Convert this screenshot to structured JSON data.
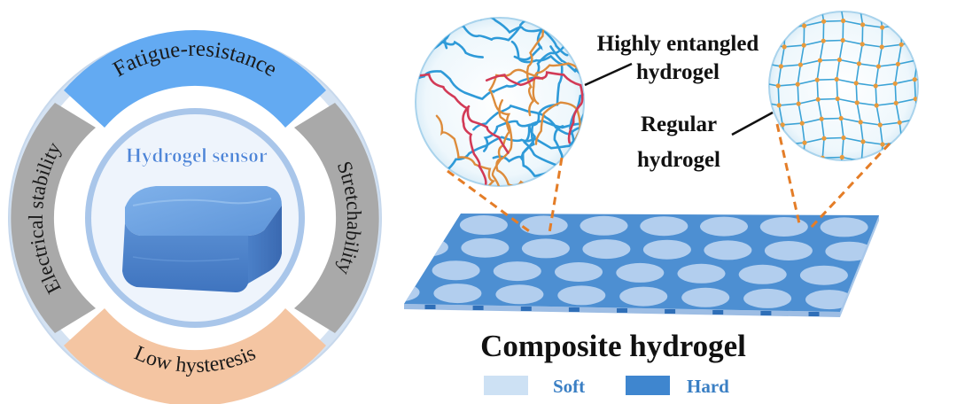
{
  "ring": {
    "top_label": "Fatigue-resistance",
    "left_label": "Electrical stability",
    "right_label": "Stretchability",
    "bottom_label": "Low hysteresis",
    "center_title": "Hydrogel sensor"
  },
  "callouts": {
    "entangled_line1": "Highly entangled",
    "entangled_line2": "hydrogel",
    "regular_line1": "Regular",
    "regular_line2": "hydrogel"
  },
  "composite_title": "Composite hydrogel",
  "legend": {
    "soft": "Soft",
    "hard": "Hard"
  },
  "colors": {
    "ring_outer": "#d4e2f2",
    "ring_top_segment": "#63aaf2",
    "ring_side_segment": "#a9a9a9",
    "ring_bottom_segment": "#f4c5a2",
    "inner_disc": "#eef4fc",
    "title_blue": "#4f86d8",
    "block_blue": "#5b93d6",
    "sheet_hard": "#4d8fd2",
    "sheet_soft": "#b7d2ef",
    "chain_blue": "#2e9ad8",
    "chain_orange": "#dd8c3c",
    "chain_red": "#d23a56",
    "grid_line": "#3ba3d6",
    "node_orange": "#e89a3c",
    "dash_orange": "#e47d27",
    "legend_text_blue": "#3a7fc4"
  }
}
